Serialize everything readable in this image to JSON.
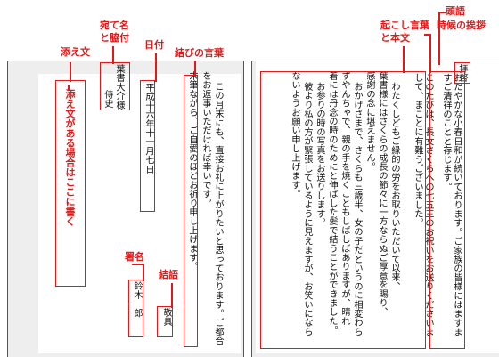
{
  "labels": {
    "heading": "頭語",
    "seasonal": "時候の挨拶",
    "intro_1": "起こし言葉",
    "intro_2": "と本文",
    "closing_words": "結びの言葉",
    "date": "日付",
    "addressee_1": "宛て名",
    "addressee_2": "と脇付",
    "postscript": "添え文",
    "postscript_note": "添え文がある場合はここに書く",
    "signature": "署名",
    "closing_phrase": "結語"
  },
  "letter": {
    "heading": "拝啓",
    "body_columns": [
      "おだやかな小春日和が続いております。ご家族の皆様にはますますご清祥のことと存じます。",
      "このたびは、長女さくらへの七五三のお祝いをお送りくださいまして、まことに有難うございました。",
      "わたくしどもご縁的の労をお取りいただいて以来、",
      "葉書様にはさくらの成長の節々に一方ならぬご厚意を賜り、",
      "感謝の念に堪えません。",
      "おかげさまで、さくらも三歳半、女の子だというのに相変わら",
      "ずやんちゃで、親の手を焼くこともしばしばありますが、晴れ",
      "着には丹念の時のためにと伸ばした髪で結うことができました。",
      "お参りの時の写真をお送りします。",
      "彼より私の方が緊張しているように見えますが、お笑いになら",
      "ないようお願い申し上げます。"
    ],
    "closing_columns": [
      "この月末にも、直接お礼に上がりたいと思っております。ご都合",
      "をお返事いただければ幸いです。",
      "末筆ながら、ご自愛のほどお祈り申し上げます。"
    ],
    "closing_phrase": "敬具",
    "date": "平成十六年十一月七日",
    "signature": "鈴木一郎",
    "addressee": "葉書大介様",
    "honorific": "侍史"
  }
}
